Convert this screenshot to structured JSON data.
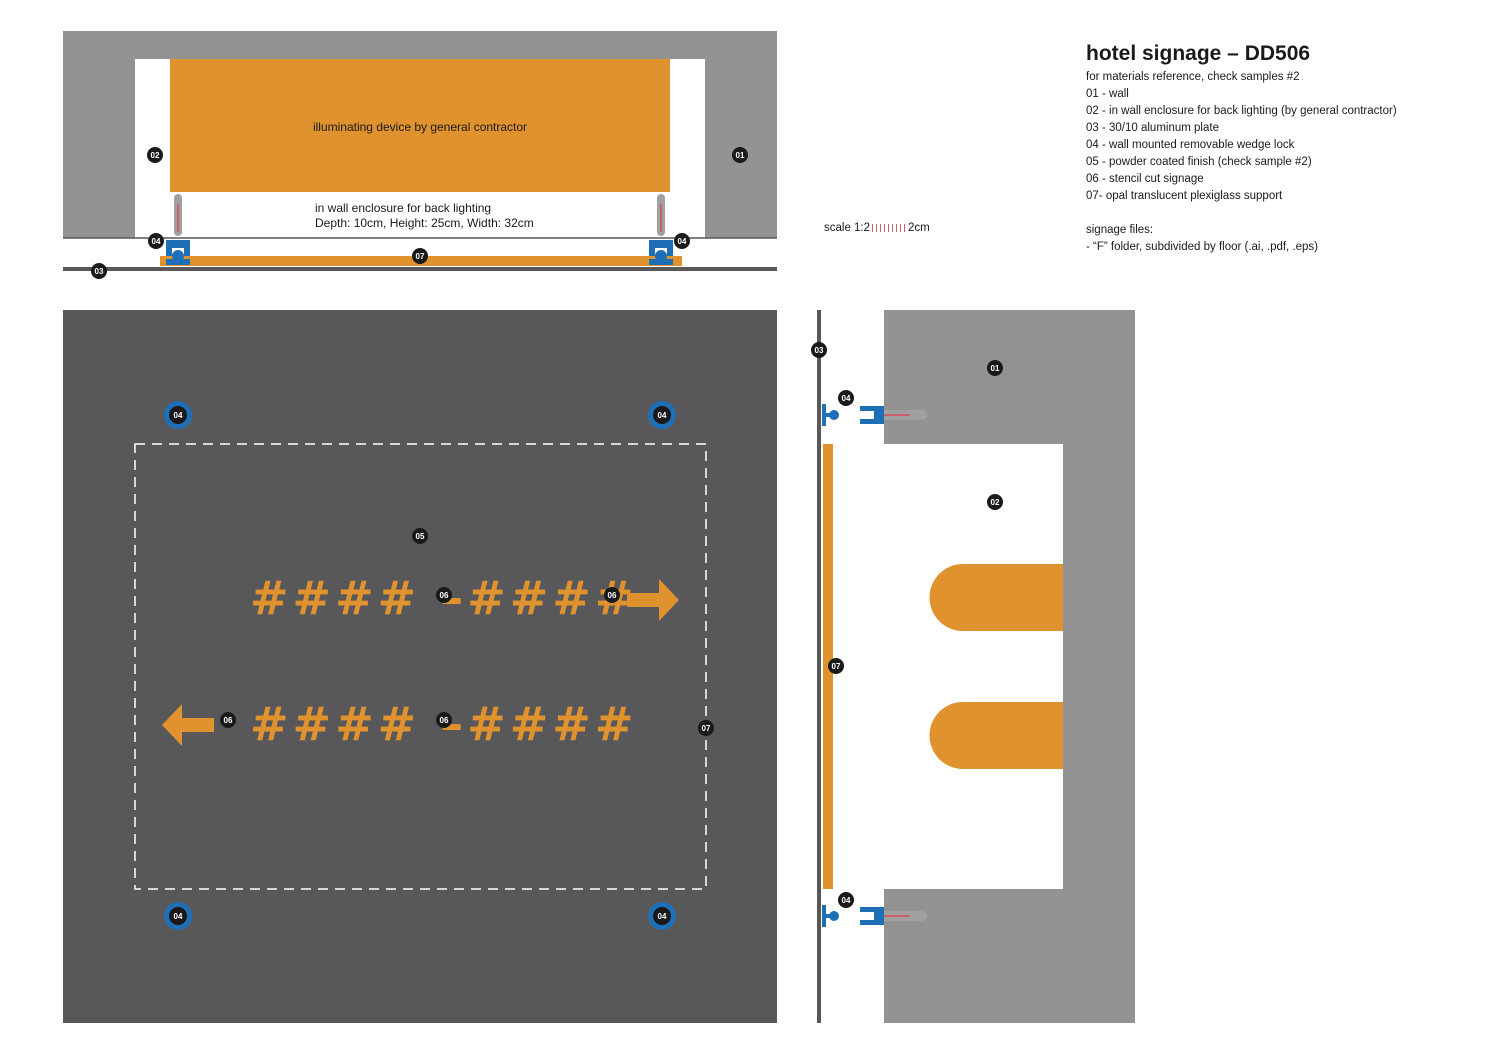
{
  "legend": {
    "title": "hotel signage – DD506",
    "lines": [
      "for materials reference, check samples #2",
      "01 - wall",
      "02 - in wall enclosure for back lighting (by general contractor)",
      "03 - 30/10 aluminum plate",
      "04 - wall mounted removable wedge lock",
      "05 - powder coated finish (check sample #2)",
      "06 - stencil cut signage",
      "07- opal translucent plexiglass support"
    ],
    "files_title": "signage files:",
    "files_line": "- “F” folder, subdivided by floor (.ai, .pdf, .eps)"
  },
  "scale": {
    "prefix": "scale 1:2",
    "suffix": "2cm"
  },
  "top_view": {
    "device_label": "illuminating device by general contractor",
    "enclosure_label": "in wall enclosure for back lighting",
    "dims_label": "Depth: 10cm, Height:  25cm, Width: 32cm"
  },
  "front_view": {
    "row1_text": "#### –####",
    "row2_text": "#### –####",
    "arrow_right": "right-arrow-icon",
    "arrow_left": "left-arrow-icon"
  },
  "badges": {
    "b01": "01",
    "b02": "02",
    "b03": "03",
    "b04": "04",
    "b05": "05",
    "b06": "06",
    "b07": "07"
  },
  "colors": {
    "wall": "#939393",
    "plate": "#58585a",
    "orange": "#e0922f",
    "lock_blue": "#1f6fb8",
    "badge": "#1a1a1a"
  }
}
